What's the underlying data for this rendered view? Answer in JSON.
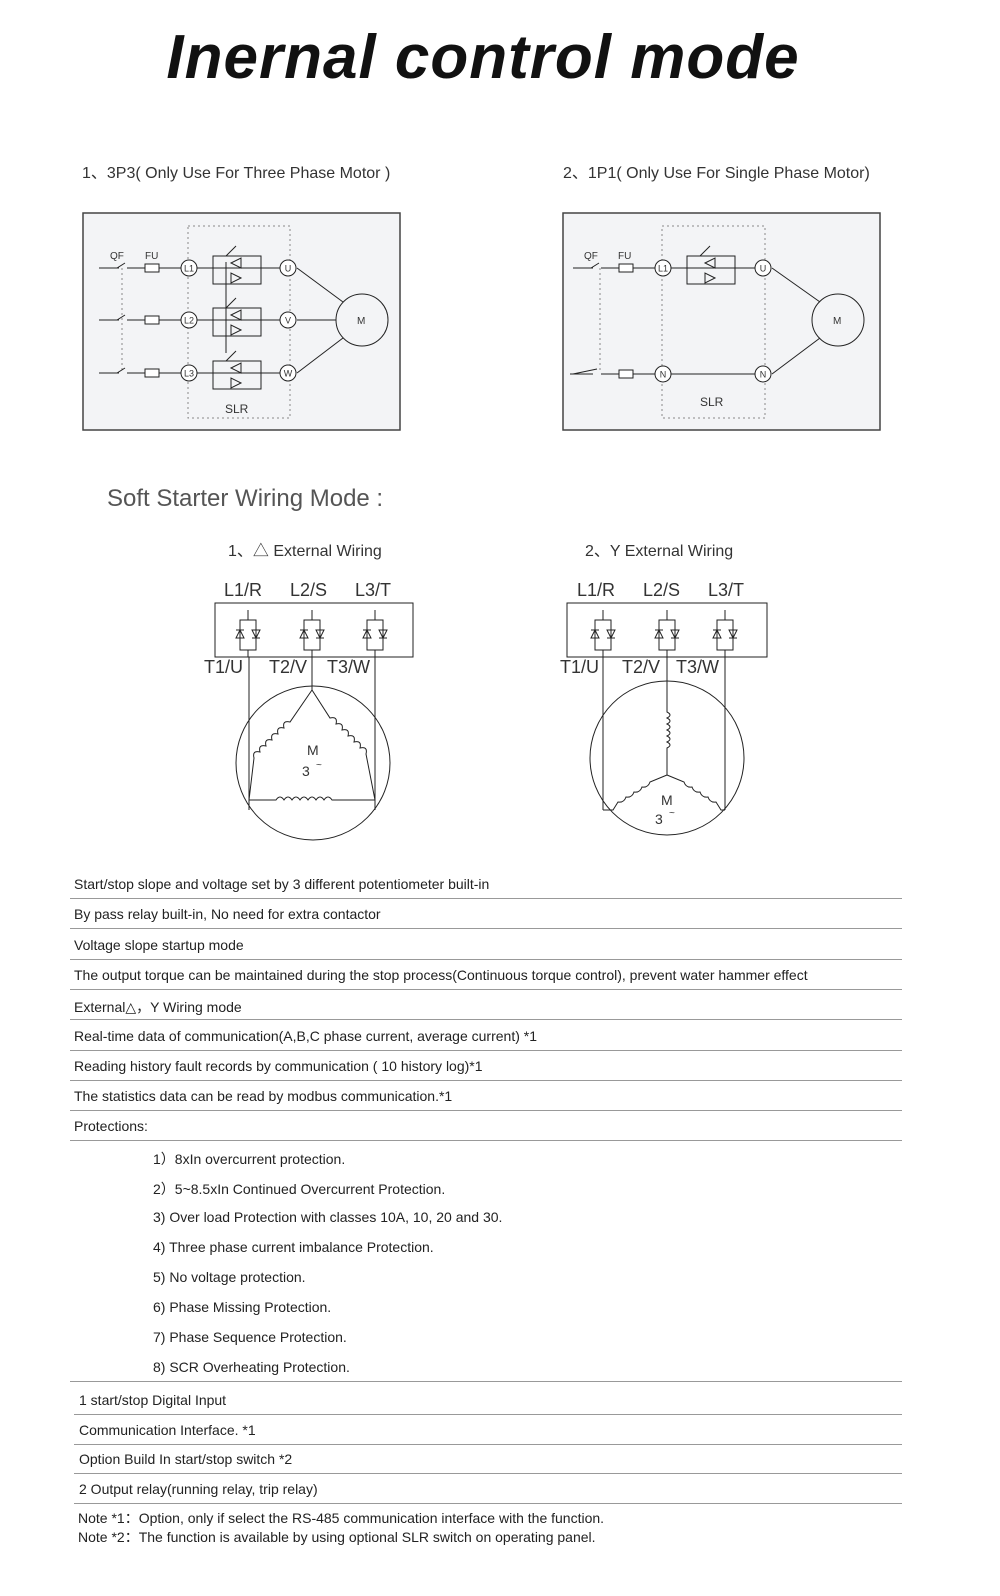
{
  "title": "Inernal control mode",
  "diagrams": {
    "d1": {
      "caption": "1、3P3( Only Use For Three Phase Motor )",
      "qf": "QF",
      "fu": "FU",
      "inputs": [
        "L1",
        "L2",
        "L3"
      ],
      "outputs": [
        "U",
        "V",
        "W"
      ],
      "motor": "M",
      "slr": "SLR"
    },
    "d2": {
      "caption": "2、1P1( Only Use For Single Phase Motor)",
      "qf": "QF",
      "fu": "FU",
      "inputs": [
        "L1",
        "N"
      ],
      "outputs": [
        "U",
        "N"
      ],
      "motor": "M",
      "slr": "SLR"
    }
  },
  "wiring": {
    "heading": "Soft Starter Wiring Mode :",
    "delta": {
      "caption": "1、△ External Wiring",
      "top": [
        "L1/R",
        "L2/S",
        "L3/T"
      ],
      "bottom": [
        "T1/U",
        "T2/V",
        "T3/W"
      ],
      "motor": "M",
      "phase": "3",
      "tilde": "~"
    },
    "wye": {
      "caption": "2、Y External Wiring",
      "top": [
        "L1/R",
        "L2/S",
        "L3/T"
      ],
      "bottom": [
        "T1/U",
        "T2/V",
        "T3/W"
      ],
      "motor": "M",
      "phase": "3",
      "tilde": "~"
    }
  },
  "features": [
    "Start/stop slope and voltage set by 3 different potentiometer built-in",
    "By pass relay built-in, No need for extra contactor",
    "Voltage slope startup mode",
    "The output torque can be maintained during the stop process(Continuous torque control), prevent water hammer effect",
    "External△，Y Wiring mode",
    "Real-time data of communication(A,B,C phase current, average current) *1",
    "Reading history fault records by communication ( 10 history log)*1",
    "The statistics data can be read by modbus communication.*1",
    "Protections:"
  ],
  "protections": [
    "1）8xIn overcurrent protection.",
    "2）5~8.5xIn Continued Overcurrent Protection.",
    "3) Over load Protection with classes 10A, 10, 20 and 30.",
    "4) Three phase current imbalance Protection.",
    "5) No voltage protection.",
    "6) Phase Missing Protection.",
    "7) Phase Sequence Protection.",
    "8) SCR Overheating Protection."
  ],
  "extras": [
    "1 start/stop Digital Input",
    "Communication Interface. *1",
    "Option Build In start/stop switch *2",
    "2 Output relay(running relay, trip relay)"
  ],
  "notes": [
    "Note *1：Option, only if select the RS-485 communication interface with the function.",
    "Note *2：The function is available by using optional SLR switch on operating panel."
  ]
}
